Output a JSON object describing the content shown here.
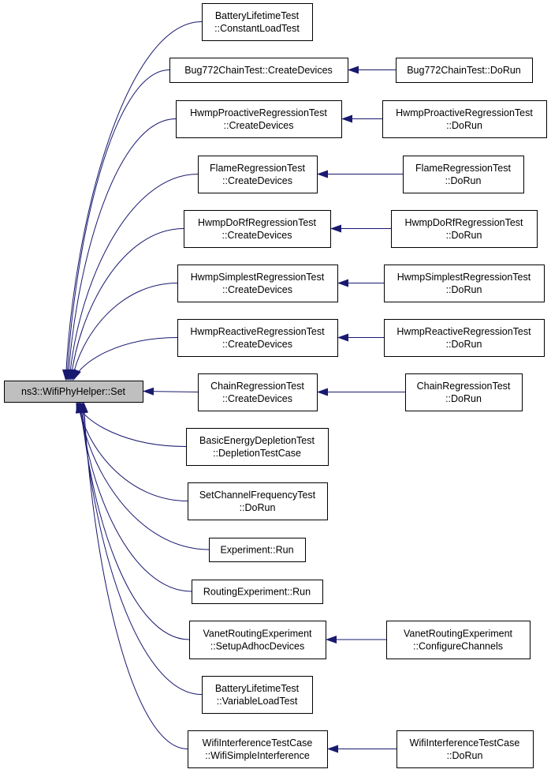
{
  "root": {
    "lines": [
      "ns3::WifiPhyHelper::Set"
    ]
  },
  "callers": [
    {
      "id": "battery-constant",
      "lines": [
        "BatteryLifetimeTest",
        "::ConstantLoadTest"
      ]
    },
    {
      "id": "bug772-create",
      "lines": [
        "Bug772ChainTest::CreateDevices"
      ]
    },
    {
      "id": "hwmp-proactive-create",
      "lines": [
        "HwmpProactiveRegressionTest",
        "::CreateDevices"
      ]
    },
    {
      "id": "flame-create",
      "lines": [
        "FlameRegressionTest",
        "::CreateDevices"
      ]
    },
    {
      "id": "hwmp-dorf-create",
      "lines": [
        "HwmpDoRfRegressionTest",
        "::CreateDevices"
      ]
    },
    {
      "id": "hwmp-simplest-create",
      "lines": [
        "HwmpSimplestRegressionTest",
        "::CreateDevices"
      ]
    },
    {
      "id": "hwmp-reactive-create",
      "lines": [
        "HwmpReactiveRegressionTest",
        "::CreateDevices"
      ]
    },
    {
      "id": "chain-create",
      "lines": [
        "ChainRegressionTest",
        "::CreateDevices"
      ]
    },
    {
      "id": "basic-energy",
      "lines": [
        "BasicEnergyDepletionTest",
        "::DepletionTestCase"
      ]
    },
    {
      "id": "set-channel",
      "lines": [
        "SetChannelFrequencyTest",
        "::DoRun"
      ]
    },
    {
      "id": "experiment-run",
      "lines": [
        "Experiment::Run"
      ]
    },
    {
      "id": "routing-run",
      "lines": [
        "RoutingExperiment::Run"
      ]
    },
    {
      "id": "vanet-setup",
      "lines": [
        "VanetRoutingExperiment",
        "::SetupAdhocDevices"
      ]
    },
    {
      "id": "battery-variable",
      "lines": [
        "BatteryLifetimeTest",
        "::VariableLoadTest"
      ]
    },
    {
      "id": "wifi-interference",
      "lines": [
        "WifiInterferenceTestCase",
        "::WifiSimpleInterference"
      ]
    }
  ],
  "second_level": [
    {
      "id": "bug772-dorun",
      "lines": [
        "Bug772ChainTest::DoRun"
      ],
      "calls": "bug772-create"
    },
    {
      "id": "hwmp-proactive-dorun",
      "lines": [
        "HwmpProactiveRegressionTest",
        "::DoRun"
      ],
      "calls": "hwmp-proactive-create"
    },
    {
      "id": "flame-dorun",
      "lines": [
        "FlameRegressionTest",
        "::DoRun"
      ],
      "calls": "flame-create"
    },
    {
      "id": "hwmp-dorf-dorun",
      "lines": [
        "HwmpDoRfRegressionTest",
        "::DoRun"
      ],
      "calls": "hwmp-dorf-create"
    },
    {
      "id": "hwmp-simplest-dorun",
      "lines": [
        "HwmpSimplestRegressionTest",
        "::DoRun"
      ],
      "calls": "hwmp-simplest-create"
    },
    {
      "id": "hwmp-reactive-dorun",
      "lines": [
        "HwmpReactiveRegressionTest",
        "::DoRun"
      ],
      "calls": "hwmp-reactive-create"
    },
    {
      "id": "chain-dorun",
      "lines": [
        "ChainRegressionTest",
        "::DoRun"
      ],
      "calls": "chain-create"
    },
    {
      "id": "vanet-configure",
      "lines": [
        "VanetRoutingExperiment",
        "::ConfigureChannels"
      ],
      "calls": "vanet-setup"
    },
    {
      "id": "wifi-interference-dorun",
      "lines": [
        "WifiInterferenceTestCase",
        "::DoRun"
      ],
      "calls": "wifi-interference"
    }
  ],
  "colors": {
    "edge": "#191970",
    "root_fill": "#bfbfbf",
    "node_fill": "#ffffff",
    "border": "#000000"
  }
}
